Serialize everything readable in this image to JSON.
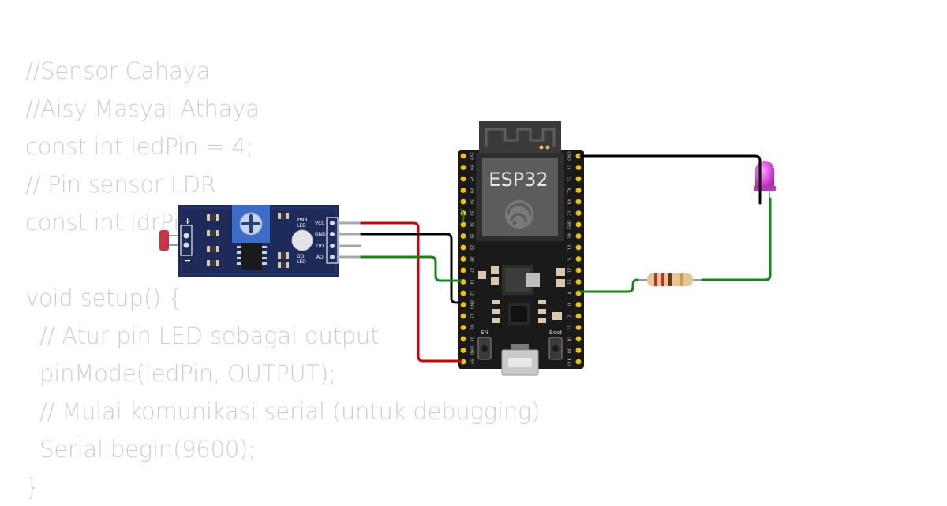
{
  "code_lines": [
    "//Sensor Cahaya",
    "//Aisy Masyal Athaya",
    "const int ledPin = 4;",
    "// Pin sensor LDR",
    "const int ldrPin",
    "",
    "void setup() {",
    "  // Atur pin LED sebagai output",
    "  pinMode(ledPin, OUTPUT);",
    "  // Mulai komunikasi serial (untuk debugging)",
    "  Serial.begin(9600);",
    "}"
  ],
  "ldr_module": {
    "plus": "+",
    "minus": "−",
    "pwr_led": [
      "PWR",
      "LED"
    ],
    "do_led": [
      "DO",
      "LED"
    ],
    "pins": [
      "VCC",
      "GND",
      "DO",
      "AO"
    ]
  },
  "esp32": {
    "title": "ESP32",
    "left_pins": [
      "3V3",
      "EN",
      "VP",
      "VN",
      "34",
      "35",
      "32",
      "33",
      "25",
      "26",
      "27",
      "14",
      "12",
      "GND",
      "13",
      "D2",
      "D3",
      "CMD",
      "5V"
    ],
    "right_pins": [
      "GND",
      "23",
      "22",
      "TX",
      "RX",
      "21",
      "GND",
      "19",
      "18",
      "5",
      "17",
      "16",
      "4",
      "0",
      "2",
      "15",
      "D1",
      "D0",
      "CLK"
    ],
    "en_label": "EN",
    "boot_label": "Boot"
  },
  "colors": {
    "wire_red": "#d40000",
    "wire_black": "#000000",
    "wire_green": "#118811",
    "led": "#d94ad9",
    "module_board": "#1d2a5a",
    "esp_board": "#1a1a1a"
  }
}
